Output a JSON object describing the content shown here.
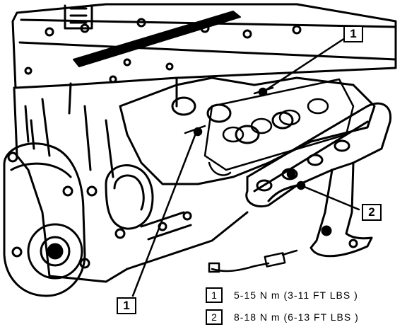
{
  "callouts": {
    "top": "1",
    "bottom": "1",
    "right": "2"
  },
  "legend": [
    {
      "id": "1",
      "spec": "5-15 N m (3-11 FT  LBS )"
    },
    {
      "id": "2",
      "spec": "8-18 N m (6-13 FT  LBS )"
    }
  ]
}
